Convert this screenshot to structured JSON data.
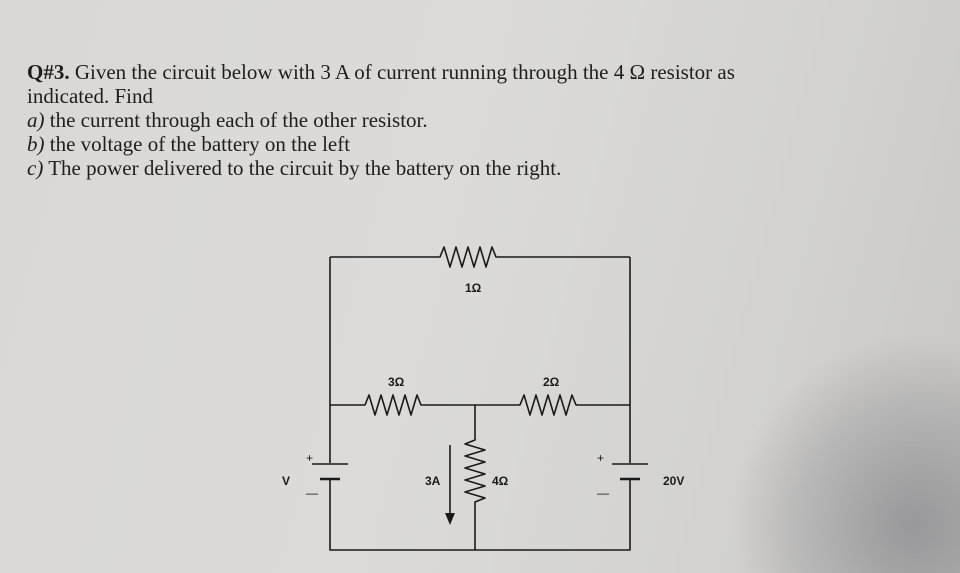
{
  "question": {
    "number": "Q#3.",
    "line1_text": " Given the circuit below with 3 A of current running through the 4 Ω resistor as",
    "line2_text": "indicated. Find",
    "items": [
      {
        "letter": "a)",
        "text": " the current through each of the other resistor."
      },
      {
        "letter": "b)",
        "text": " the voltage of the battery on the left"
      },
      {
        "letter": "c)",
        "text": " The power delivered to the circuit by the battery on the right."
      }
    ]
  },
  "circuit": {
    "resistor_top_label": "1Ω",
    "resistor_left_label": "3Ω",
    "resistor_right_label": "2Ω",
    "resistor_middle_label": "4Ω",
    "current_label": "3A",
    "left_battery_label": "V",
    "right_battery_label": "20V",
    "plus_sign": "+",
    "minus_sign": "—"
  }
}
